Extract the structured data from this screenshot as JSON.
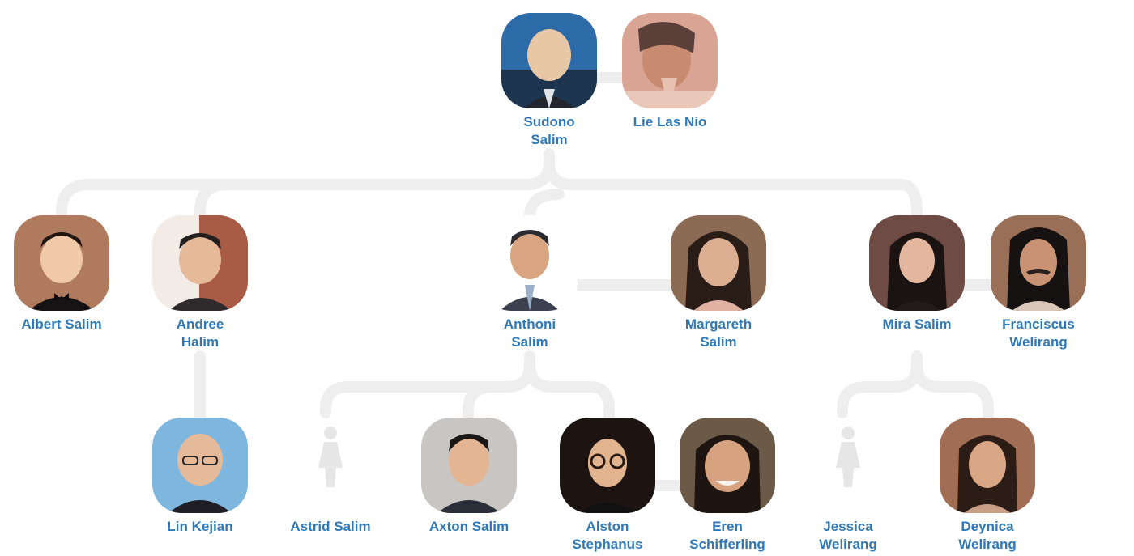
{
  "people": {
    "sudono": {
      "name_line1": "Sudono",
      "name_line2": "Salim"
    },
    "lie": {
      "name_line1": "Lie Las Nio"
    },
    "albert": {
      "name_line1": "Albert Salim"
    },
    "andree": {
      "name_line1": "Andree",
      "name_line2": "Halim"
    },
    "anthoni": {
      "name_line1": "Anthoni",
      "name_line2": "Salim"
    },
    "margareth": {
      "name_line1": "Margareth",
      "name_line2": "Salim"
    },
    "mira": {
      "name_line1": "Mira Salim"
    },
    "franciscus": {
      "name_line1": "Franciscus",
      "name_line2": "Welirang"
    },
    "lin": {
      "name_line1": "Lin Kejian"
    },
    "astrid": {
      "name_line1": "Astrid Salim"
    },
    "axton": {
      "name_line1": "Axton Salim"
    },
    "alston": {
      "name_line1": "Alston",
      "name_line2": "Stephanus"
    },
    "eren": {
      "name_line1": "Eren",
      "name_line2": "Schifferling"
    },
    "jessica": {
      "name_line1": "Jessica",
      "name_line2": "Welirang"
    },
    "deynica": {
      "name_line1": "Deynica",
      "name_line2": "Welirang"
    }
  },
  "colors": {
    "name_text": "#2f79b8",
    "connector": "#eeeeee",
    "placeholder_icon": "#e6e6e6"
  },
  "icons": {
    "unknown_photo": "female-silhouette-icon"
  }
}
